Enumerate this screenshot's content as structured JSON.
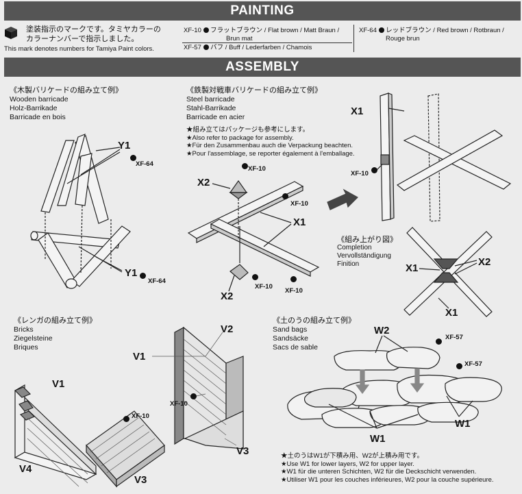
{
  "painting": {
    "title": "PAINTING",
    "jp_note_1": "塗装指示のマークです。タミヤカラーの",
    "jp_note_2": "カラーナンバーで指示しました。",
    "en_note": "This mark denotes numbers for Tamiya Paint colors.",
    "colors": [
      {
        "code": "XF-10",
        "name": "フラットブラウン / Flat brown / Matt Braun /",
        "name2": "Brun mat",
        "hex": "#5a3a22"
      },
      {
        "code": "XF-57",
        "name": "バフ / Buff / Lederfarben / Chamois",
        "name2": "",
        "hex": "#c8a878"
      },
      {
        "code": "XF-64",
        "name": "レッドブラウン / Red brown / Rotbraun /",
        "name2": "Rouge brun",
        "hex": "#6e2e1e"
      }
    ]
  },
  "assembly": {
    "title": "ASSEMBLY",
    "wooden": {
      "jp": "《木製バリケードの組み立て例》",
      "en": "Wooden barricade",
      "de": "Holz-Barrikade",
      "fr": "Barricade en bois",
      "part_y1_top": "Y1",
      "part_y1_bottom": "Y1",
      "paint_top": "XF-64",
      "paint_bottom": "XF-64"
    },
    "steel": {
      "jp": "《鉄製対戦車バリケードの組み立て例》",
      "en": "Steel barricade",
      "de": "Stahl-Barrikade",
      "fr": "Barricade en acier",
      "note_jp": "★組み立てはパッケージも参考にします。",
      "note_en": "★Also refer to package for assembly.",
      "note_de": "★Für den Zusammenbau auch die Verpackung beachten.",
      "note_fr": "★Pour l'assemblage, se reporter également à l'emballage.",
      "part_x2_top": "X2",
      "part_x2_bottom": "X2",
      "part_x1": "X1",
      "part_x1_right": "X1",
      "paint_x10_a": "XF-10",
      "paint_x10_b": "XF-10",
      "paint_x10_c": "XF-10",
      "paint_x10_d": "XF-10",
      "paint_x10_e": "XF-10"
    },
    "completion": {
      "jp": "《組み上がり図》",
      "en": "Completion",
      "de": "Vervollständigung",
      "fr": "Finition",
      "x1_a": "X1",
      "x1_b": "X1",
      "x2": "X2"
    },
    "bricks": {
      "jp": "《レンガの組み立て例》",
      "en": "Bricks",
      "de": "Ziegelsteine",
      "fr": "Briques",
      "v1_a": "V1",
      "v1_b": "V1",
      "v2": "V2",
      "v3_a": "V3",
      "v3_b": "V3",
      "v4": "V4",
      "paint_a": "XF-10",
      "paint_b": "XF-10"
    },
    "sandbags": {
      "jp": "《土のうの組み立て例》",
      "en": "Sand bags",
      "de": "Sandsäcke",
      "fr": "Sacs de sable",
      "w2": "W2",
      "w1_a": "W1",
      "w1_b": "W1",
      "paint_a": "XF-57",
      "paint_b": "XF-57",
      "note_jp": "★土のうはW1が下積み用、W2が上積み用です。",
      "note_en": "★Use W1 for lower layers, W2 for upper layer.",
      "note_de": "★W1 für die unteren Schichten, W2 für die Deckschicht verwenden.",
      "note_fr": "★Utiliser W1 pour les couches inférieures, W2 pour la couche supérieure."
    }
  }
}
